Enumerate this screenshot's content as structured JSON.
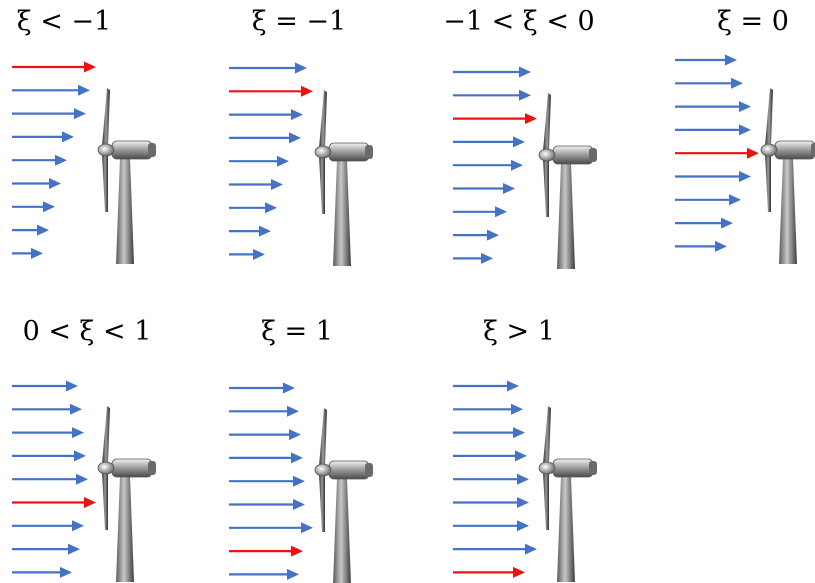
{
  "colors": {
    "normal_arrow": "#4472C4",
    "highlight_arrow": "#EE1111",
    "turbine_dark": "#3a3a3a",
    "turbine_mid": "#8c8c8c",
    "turbine_light": "#e6e6e6",
    "background": "#ffffff"
  },
  "panels": [
    {
      "label": "ξ < −1",
      "arrow_lengths": [
        84,
        78,
        74,
        62,
        55,
        49,
        43,
        37,
        31
      ],
      "highlight_index": 0
    },
    {
      "label": "ξ = −1",
      "arrow_lengths": [
        78,
        84,
        74,
        72,
        60,
        54,
        48,
        42,
        36
      ],
      "highlight_index": 1
    },
    {
      "label": "−1 < ξ < 0",
      "arrow_lengths": [
        78,
        78,
        84,
        72,
        70,
        62,
        54,
        46,
        40
      ],
      "highlight_index": 2
    },
    {
      "label": "ξ = 0",
      "arrow_lengths": [
        62,
        68,
        76,
        76,
        84,
        76,
        66,
        58,
        52
      ],
      "highlight_index": 4
    },
    {
      "label": "0 < ξ < 1",
      "arrow_lengths": [
        66,
        70,
        72,
        74,
        76,
        84,
        72,
        68,
        60
      ],
      "highlight_index": 5
    },
    {
      "label": "ξ = 1",
      "arrow_lengths": [
        66,
        70,
        72,
        74,
        76,
        76,
        84,
        74,
        70
      ],
      "highlight_index": 7
    },
    {
      "label": "ξ > 1",
      "arrow_lengths": [
        66,
        70,
        72,
        74,
        76,
        76,
        76,
        84,
        72
      ],
      "highlight_index": 8
    }
  ]
}
